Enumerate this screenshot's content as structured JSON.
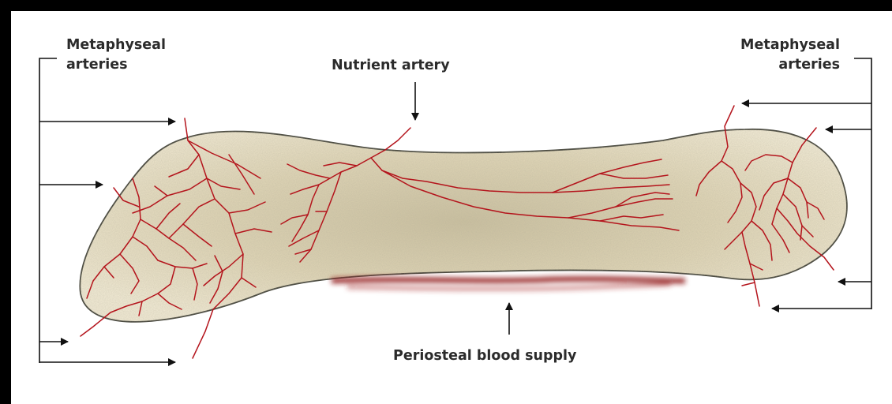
{
  "labels": {
    "metaphyseal_left_line1": "Metaphyseal",
    "metaphyseal_left_line2": "arteries",
    "nutrient": "Nutrient artery",
    "metaphyseal_right_line1": "Metaphyseal",
    "metaphyseal_right_line2": "arteries",
    "periosteal": "Periosteal blood supply"
  },
  "colors": {
    "background": "#ffffff",
    "frame": "#000000",
    "bone_fill": "#e9e1c8",
    "bone_outline": "#4a4a40",
    "artery": "#b4141c",
    "periosteal_band": "#8e1a1a",
    "text": "#2b2b2b"
  }
}
